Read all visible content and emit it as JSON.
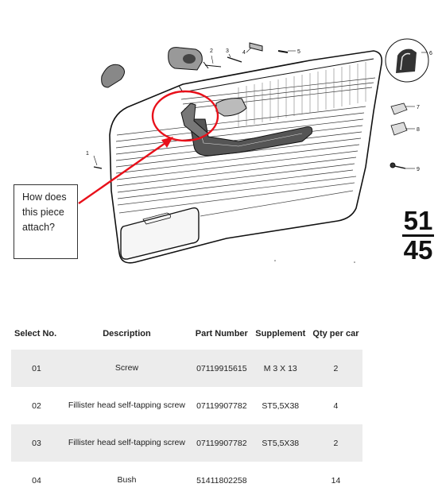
{
  "callout": {
    "text": "How does this piece attach?"
  },
  "figure": {
    "top": "51",
    "bottom": "45"
  },
  "callout_labels": [
    "1",
    "2",
    "3",
    "4",
    "5",
    "6",
    "7",
    "8",
    "9"
  ],
  "colors": {
    "annotation": "#e8101a",
    "line": "#111111",
    "row_shade": "#ececec"
  },
  "table": {
    "headers": [
      "Select No.",
      "Description",
      "Part Number",
      "Supplement",
      "Qty per car"
    ],
    "rows": [
      {
        "no": "01",
        "description": "Screw",
        "part": "07119915615",
        "supplement": "M 3 X 13",
        "qty": "2"
      },
      {
        "no": "02",
        "description": "Fillister head self-tapping screw",
        "part": "07119907782",
        "supplement": "ST5,5X38",
        "qty": "4"
      },
      {
        "no": "03",
        "description": "Fillister head self-tapping screw",
        "part": "07119907782",
        "supplement": "ST5,5X38",
        "qty": "2"
      },
      {
        "no": "04",
        "description": "Bush",
        "part": "51411802258",
        "supplement": "",
        "qty": "14"
      }
    ]
  }
}
